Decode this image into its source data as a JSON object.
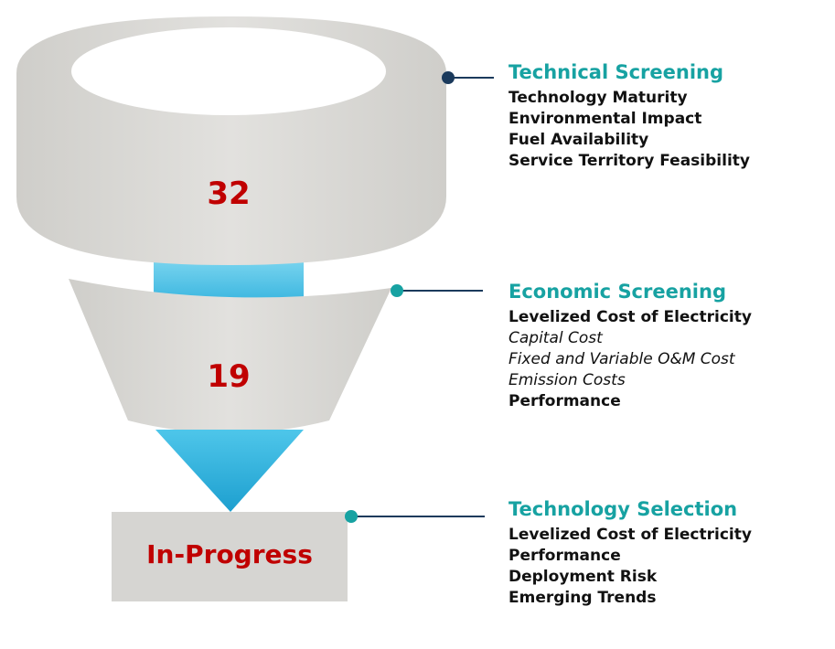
{
  "colors": {
    "funnel_gray": "#d6d5d2",
    "accent_teal": "#17a2a2",
    "connector_navy": "#1b3a5c",
    "count_red": "#c00000",
    "stream_blue": "#4cc4e8"
  },
  "funnel": {
    "top_count": "32",
    "middle_count": "19",
    "result_label": "In-Progress"
  },
  "stages": [
    {
      "title": "Technical Screening",
      "criteria": [
        {
          "text": "Technology Maturity",
          "style": "bold"
        },
        {
          "text": "Environmental Impact",
          "style": "bold"
        },
        {
          "text": "Fuel Availability",
          "style": "bold"
        },
        {
          "text": "Service Territory Feasibility",
          "style": "bold"
        }
      ]
    },
    {
      "title": "Economic Screening",
      "criteria": [
        {
          "text": "Levelized Cost of Electricity",
          "style": "bold"
        },
        {
          "text": "Capital Cost",
          "style": "italic"
        },
        {
          "text": "Fixed and Variable O&M Cost",
          "style": "italic"
        },
        {
          "text": "Emission Costs",
          "style": "italic"
        },
        {
          "text": "Performance",
          "style": "bold"
        }
      ]
    },
    {
      "title": "Technology Selection",
      "criteria": [
        {
          "text": "Levelized Cost of Electricity",
          "style": "bold"
        },
        {
          "text": "Performance",
          "style": "bold"
        },
        {
          "text": "Deployment Risk",
          "style": "bold"
        },
        {
          "text": "Emerging Trends",
          "style": "bold"
        }
      ]
    }
  ]
}
